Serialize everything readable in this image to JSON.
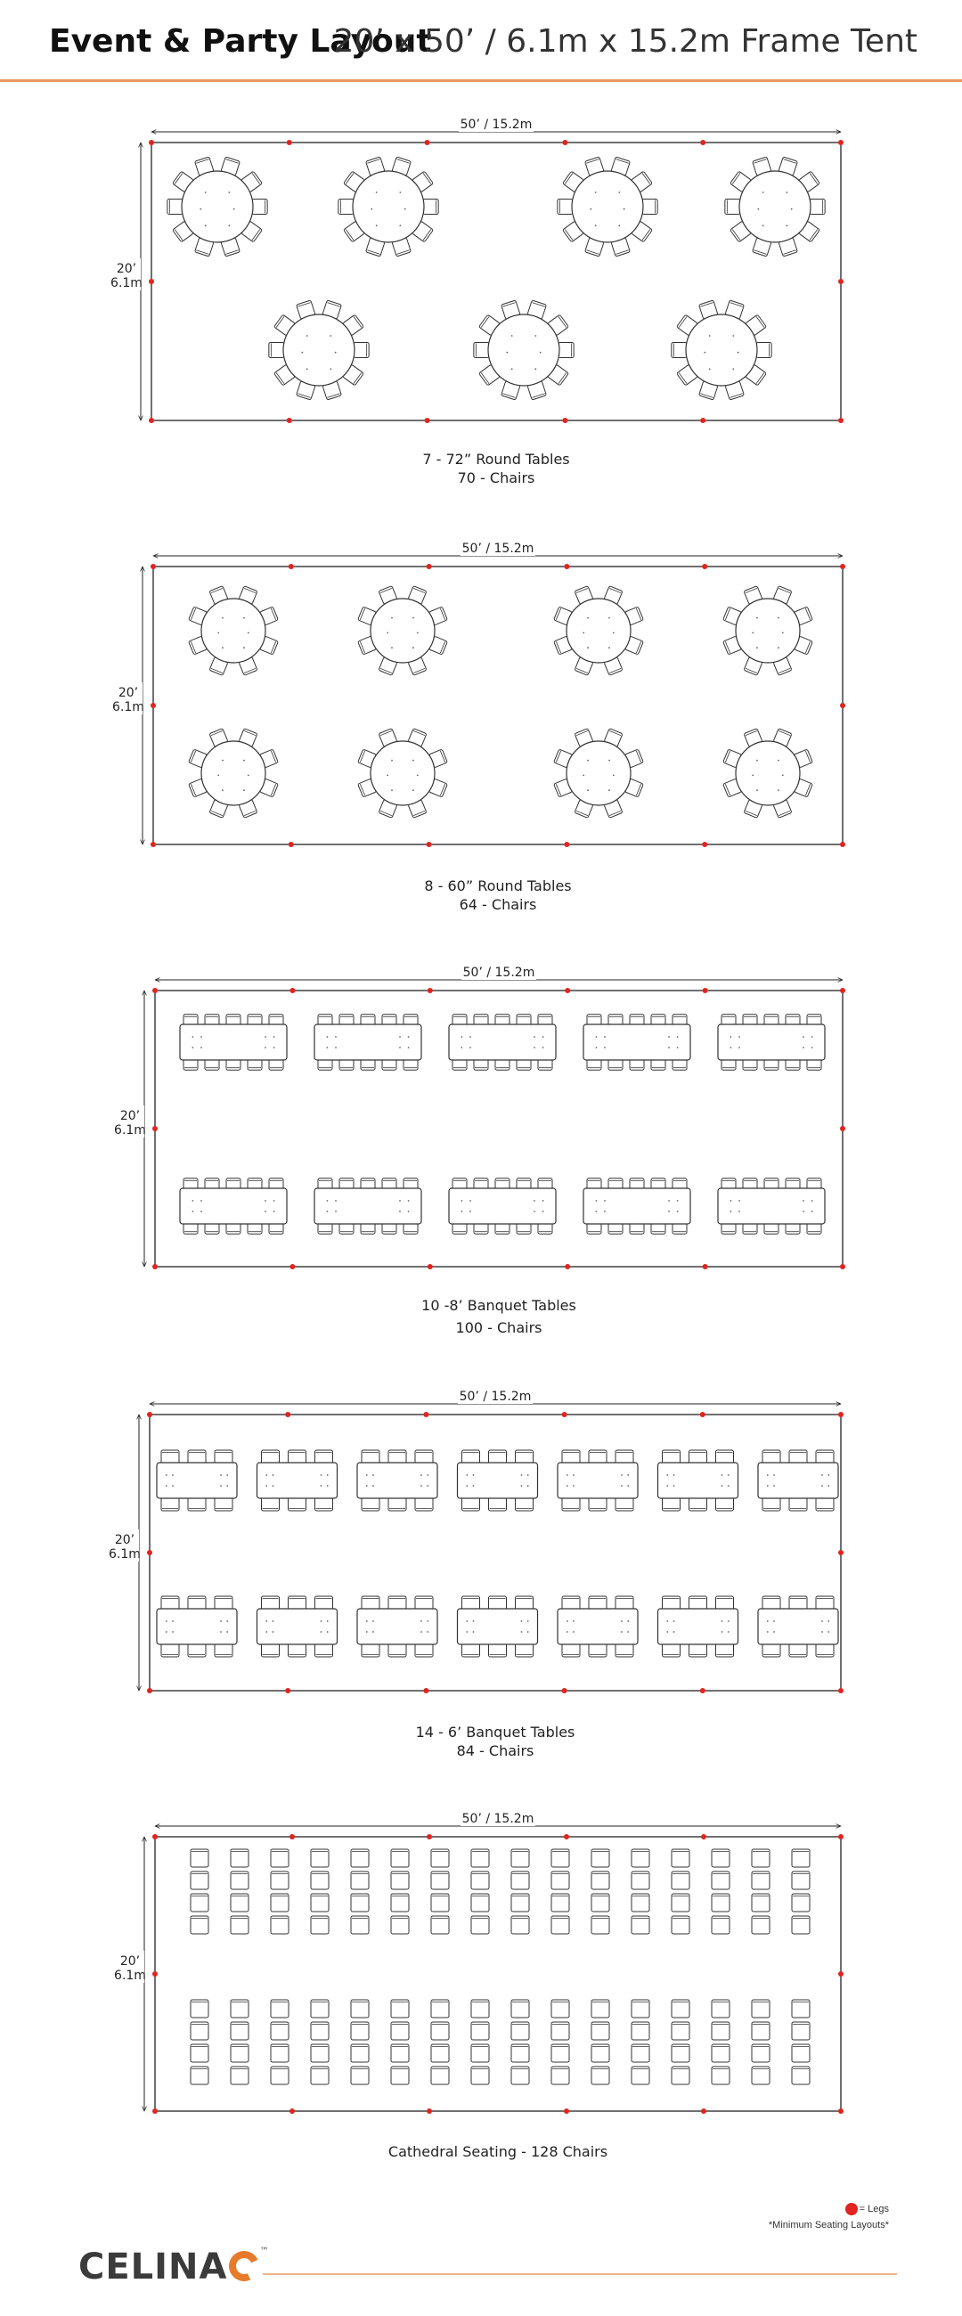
{
  "header": {
    "title": "Event & Party Layout",
    "subtitle": "20’ x 50’ / 6.1m x 15.2m Frame Tent"
  },
  "tent": {
    "width_label": "50’ / 15.2m",
    "depth_label_ft": "20’",
    "depth_label_m": "6.1m"
  },
  "layouts": [
    {
      "id": "round72",
      "table_type": "round-72",
      "caption_line1": "7 - 72” Round Tables",
      "caption_line2": "70 - Chairs"
    },
    {
      "id": "round60",
      "table_type": "round-60",
      "caption_line1": "8 - 60” Round Tables",
      "caption_line2": "64 - Chairs"
    },
    {
      "id": "banquet8",
      "table_type": "banquet-8ft",
      "caption_line1": "10 -8’ Banquet Tables",
      "caption_line2": "100 - Chairs"
    },
    {
      "id": "banquet6",
      "table_type": "banquet-6ft",
      "caption_line1": "14 - 6’ Banquet Tables",
      "caption_line2": "84 - Chairs"
    },
    {
      "id": "cathedral",
      "table_type": "cathedral",
      "caption_line1": "Cathedral Seating - 128 Chairs",
      "caption_line2": ""
    }
  ],
  "legend": {
    "legs_label": "= Legs",
    "min_note": "*Minimum Seating Layouts*"
  },
  "brand": {
    "logo_text": "CELINA",
    "trademark": "™",
    "accent_color": "#e77b2b",
    "leg_color": "#e0241f",
    "header_rule_color": "#e89a63"
  }
}
